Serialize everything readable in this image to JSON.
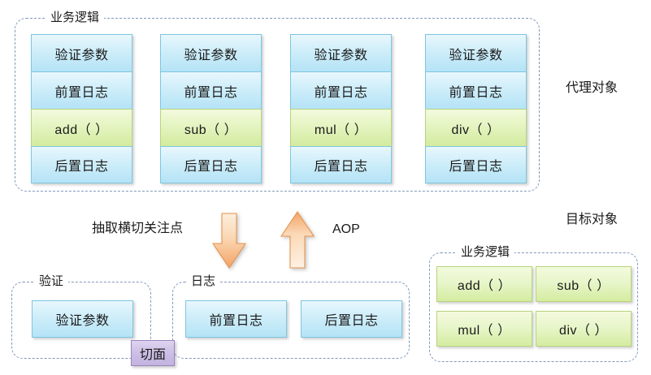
{
  "diagram": {
    "title_top_group": "业务逻辑",
    "proxy_object_label": "代理对象",
    "target_object_label": "目标对象",
    "target_business_logic_label": "业务逻辑",
    "extract_label": "抽取横切关注点",
    "aop_label": "AOP",
    "validation_group_label": "验证",
    "logging_group_label": "日志",
    "aspect_badge_label": "切面"
  },
  "proxy_columns": [
    {
      "name": "add-column",
      "cells": [
        {
          "text": "验证参数",
          "kind": "blue"
        },
        {
          "text": "前置日志",
          "kind": "blue"
        },
        {
          "text": "add（ ）",
          "kind": "green"
        },
        {
          "text": "后置日志",
          "kind": "blue"
        }
      ]
    },
    {
      "name": "sub-column",
      "cells": [
        {
          "text": "验证参数",
          "kind": "blue"
        },
        {
          "text": "前置日志",
          "kind": "blue"
        },
        {
          "text": "sub（ ）",
          "kind": "green"
        },
        {
          "text": "后置日志",
          "kind": "blue"
        }
      ]
    },
    {
      "name": "mul-column",
      "cells": [
        {
          "text": "验证参数",
          "kind": "blue"
        },
        {
          "text": "前置日志",
          "kind": "blue"
        },
        {
          "text": "mul（ ）",
          "kind": "green"
        },
        {
          "text": "后置日志",
          "kind": "blue"
        }
      ]
    },
    {
      "name": "div-column",
      "cells": [
        {
          "text": "验证参数",
          "kind": "blue"
        },
        {
          "text": "前置日志",
          "kind": "blue"
        },
        {
          "text": "div（ ）",
          "kind": "green"
        },
        {
          "text": "后置日志",
          "kind": "blue"
        }
      ]
    }
  ],
  "aspect_boxes": {
    "validation": [
      "验证参数"
    ],
    "logging": [
      "前置日志",
      "后置日志"
    ]
  },
  "target_methods": [
    "add（ ）",
    "sub（ ）",
    "mul（ ）",
    "div（ ）"
  ],
  "colors": {
    "blue_fill_top": "#e9f7fd",
    "blue_fill_bottom": "#b4e3f6",
    "blue_border": "#7ec6e0",
    "green_fill_top": "#f3fade",
    "green_fill_bottom": "#d2eb9e",
    "green_border": "#b7d47e",
    "dashed_border": "#8099bd",
    "arrow_fill_light": "#fdeada",
    "arrow_fill_dark": "#f3a365",
    "arrow_border": "#e08a44",
    "aspect_badge_fill": "#cbbde6",
    "aspect_badge_border": "#9a86c0",
    "background": "#ffffff",
    "text": "#1a1a1a"
  }
}
